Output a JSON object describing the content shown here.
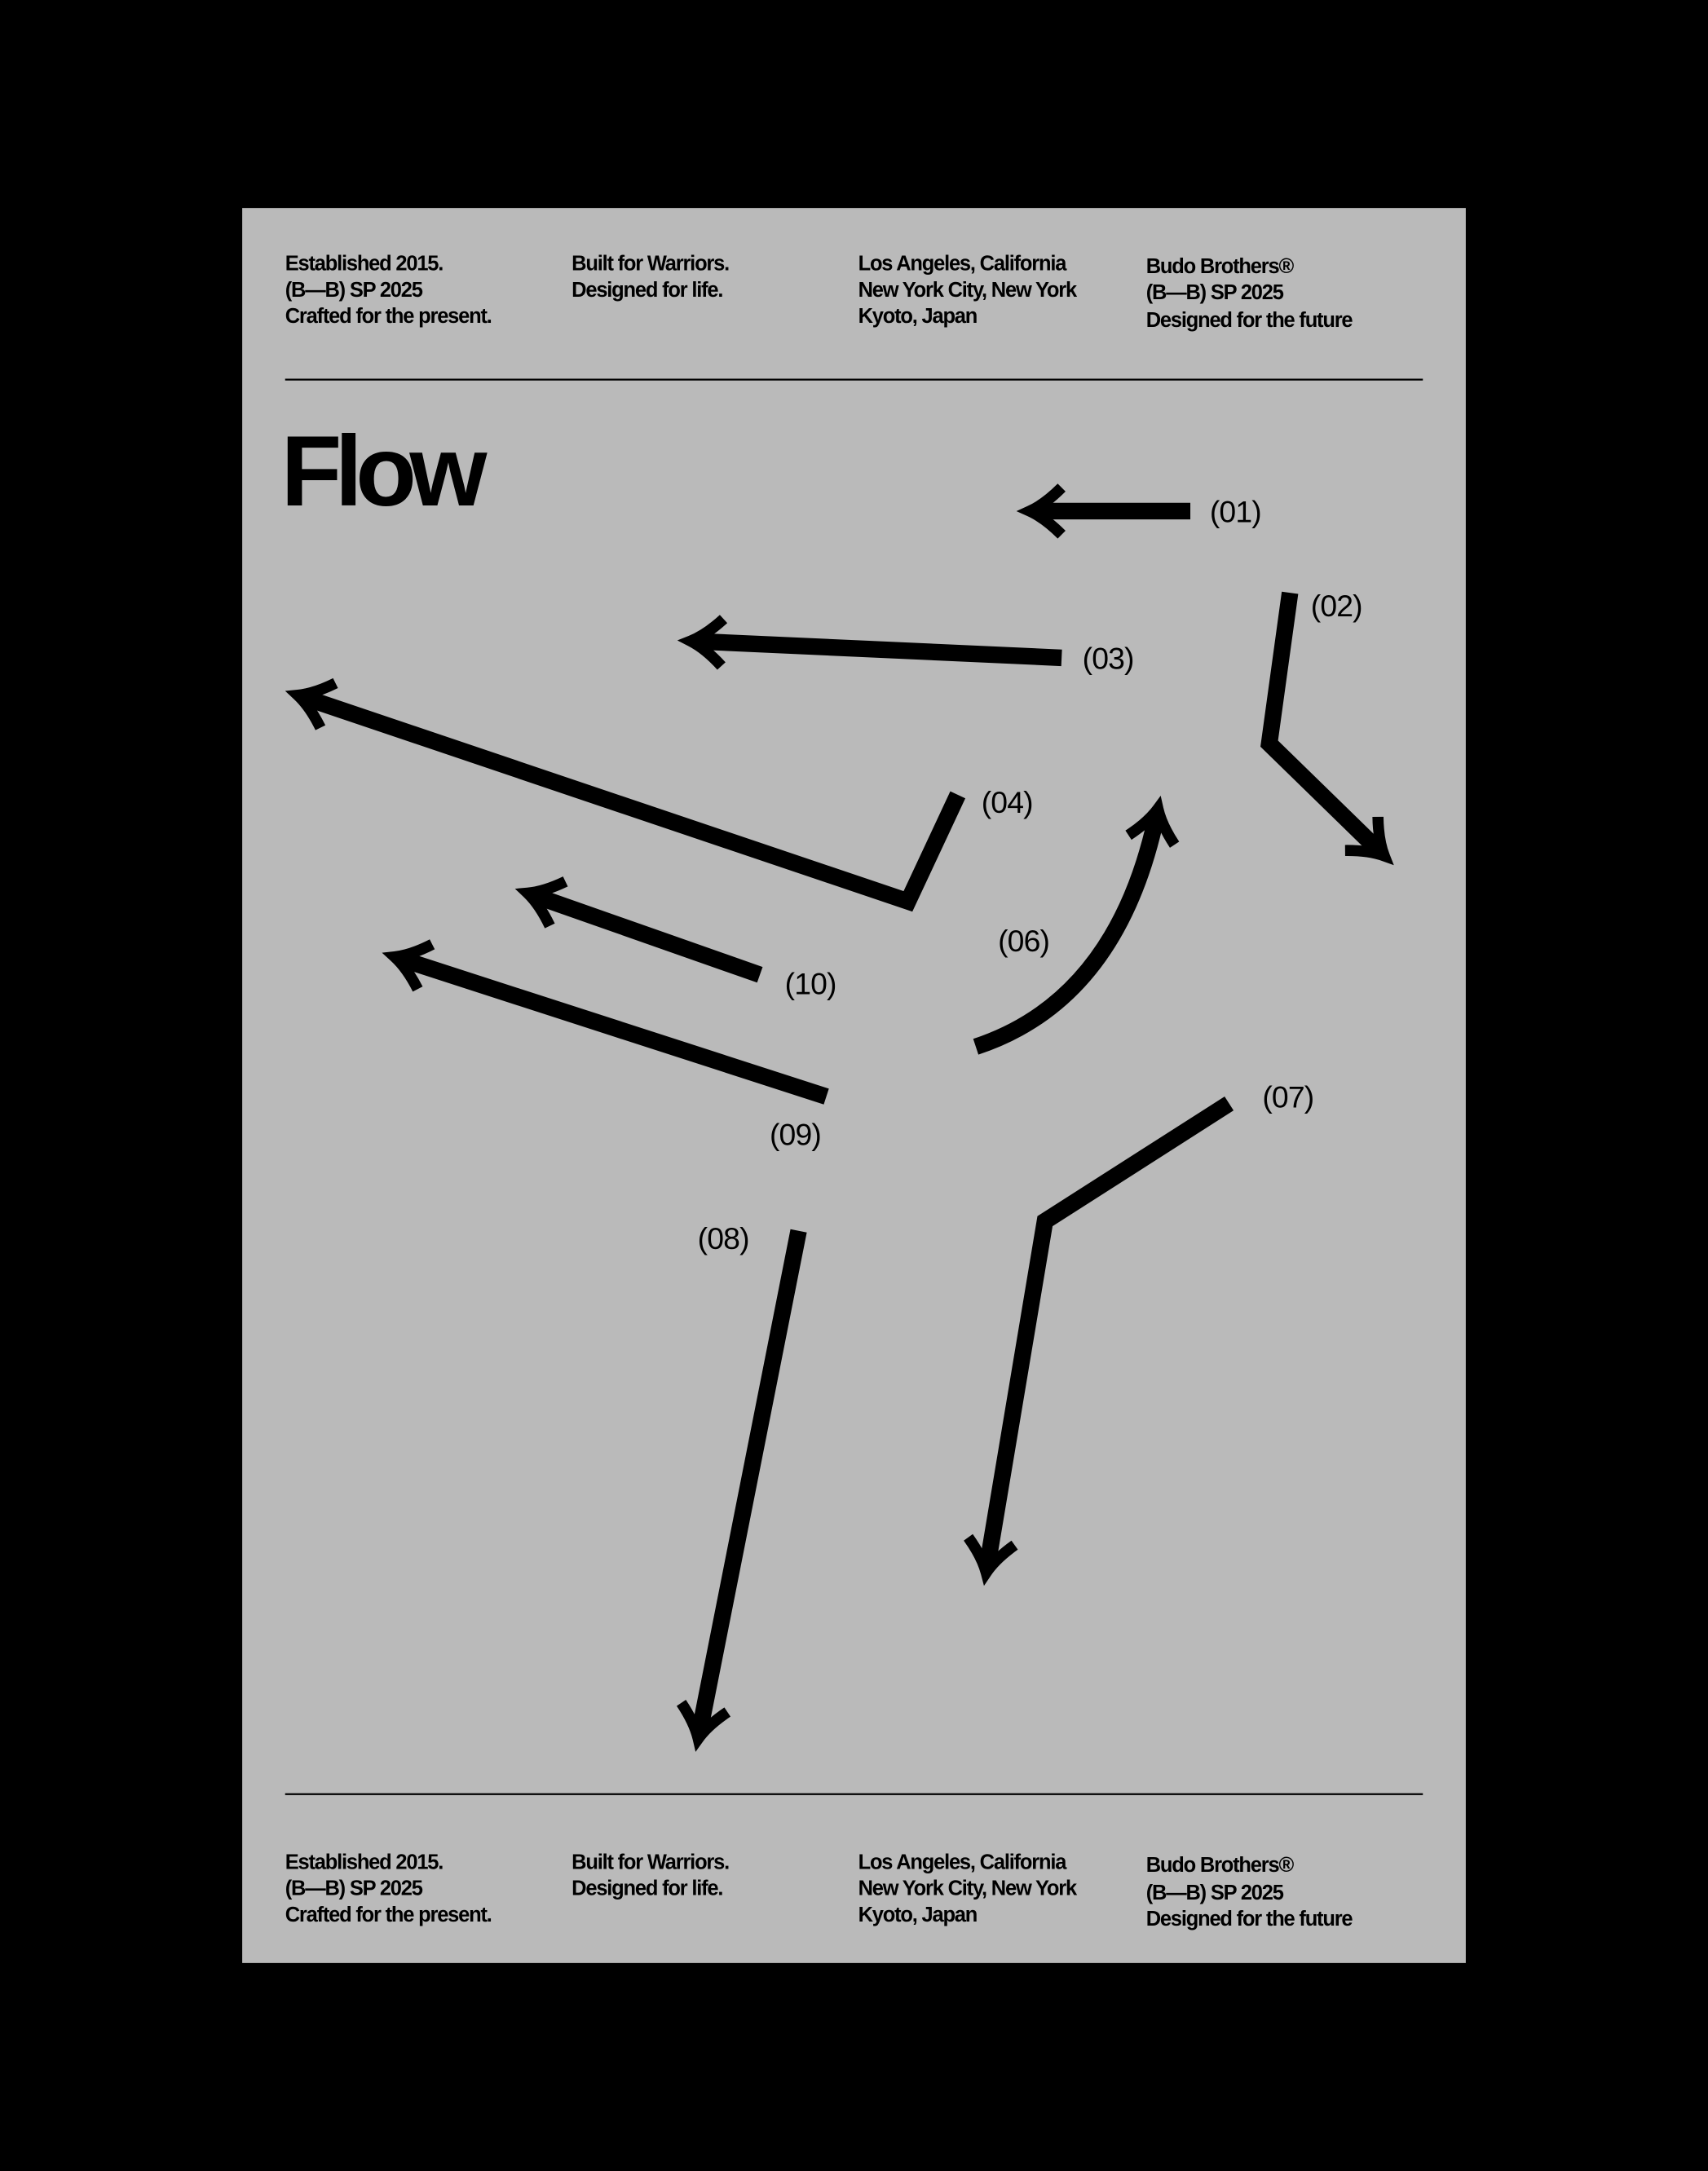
{
  "background_color": "#000000",
  "poster_color": "#bababa",
  "header": {
    "col1": [
      "Established 2015.",
      "(B—B) SP 2025",
      "Crafted for the present."
    ],
    "col2": [
      "Built for Warriors.",
      "Designed for life."
    ],
    "col3": [
      "Los Angeles, California",
      "New York City, New York",
      "Kyoto, Japan"
    ],
    "col4": [
      "Budo Brothers®",
      "(B—B) SP 2025",
      "Designed for the future"
    ]
  },
  "title": "Flow",
  "arrows": [
    {
      "label": "(01)",
      "direction": "left"
    },
    {
      "label": "(02)",
      "direction": "down-right"
    },
    {
      "label": "(03)",
      "direction": "left"
    },
    {
      "label": "(04)",
      "direction": "up-left"
    },
    {
      "label": "(06)",
      "direction": "up-right"
    },
    {
      "label": "(07)",
      "direction": "down"
    },
    {
      "label": "(08)",
      "direction": "down"
    },
    {
      "label": "(09)",
      "direction": "up-left"
    },
    {
      "label": "(10)",
      "direction": "up-left"
    }
  ],
  "footer": {
    "col1": [
      "Established 2015.",
      "(B—B) SP 2025",
      "Crafted for the present."
    ],
    "col2": [
      "Built for Warriors.",
      "Designed for life."
    ],
    "col3": [
      "Los Angeles, California",
      "New York City, New York",
      "Kyoto, Japan"
    ],
    "col4": [
      "Budo Brothers®",
      "(B—B) SP 2025",
      "Designed for the future"
    ]
  }
}
